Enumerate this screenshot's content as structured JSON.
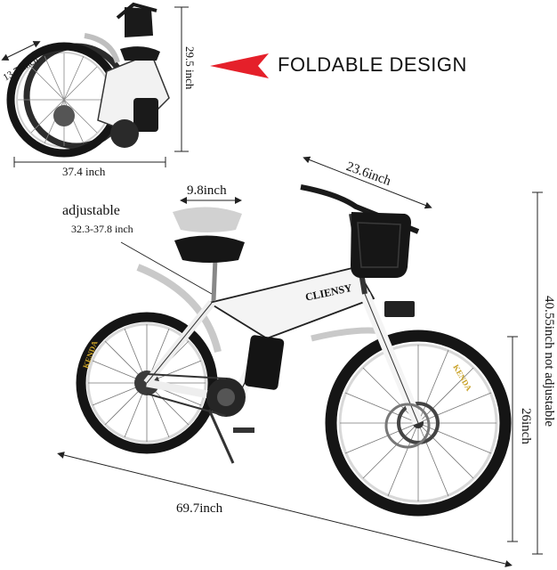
{
  "headline": "FOLDABLE DESIGN",
  "brand": "CLIENSY",
  "tire_brand": "KENDA",
  "folded": {
    "wheel_diameter": "13.78inch",
    "height": "29.5 inch",
    "length": "37.4 inch"
  },
  "dimensions": {
    "handlebar_width": "23.6inch",
    "seat_width": "9.8inch",
    "seat_adjust_title": "adjustable",
    "seat_adjust_range": "32.3-37.8 inch",
    "wheel_size": "26inch",
    "total_height": "40.55inch not adjustable",
    "total_length": "69.7inch"
  },
  "colors": {
    "arrow": "#e5202a",
    "frame": "#f4f4f4",
    "tire": "#151515"
  }
}
